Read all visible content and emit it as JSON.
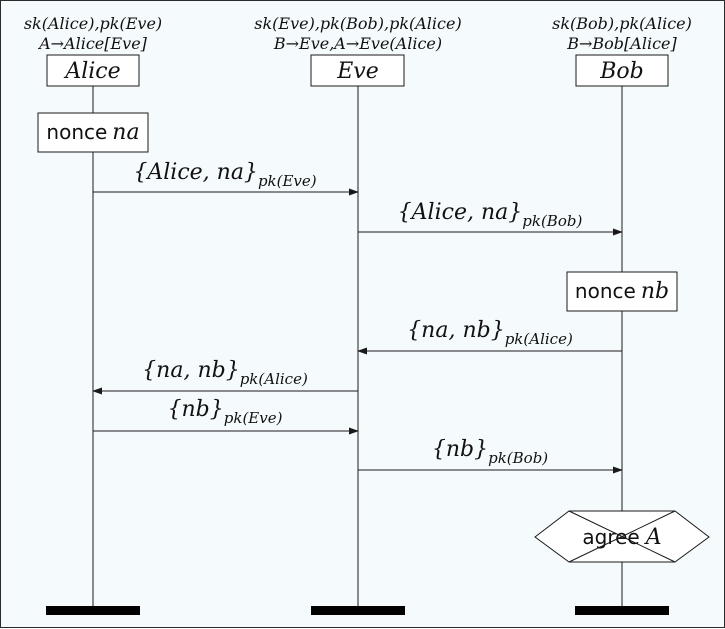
{
  "diagram": {
    "participants": [
      {
        "id": "alice",
        "name": "Alice",
        "knowledge_line1": "sk(Alice),pk(Eve)",
        "knowledge_line2": "A→Alice[Eve]"
      },
      {
        "id": "eve",
        "name": "Eve",
        "knowledge_line1": "sk(Eve),pk(Bob),pk(Alice)",
        "knowledge_line2": "B→Eve,A→Eve(Alice)"
      },
      {
        "id": "bob",
        "name": "Bob",
        "knowledge_line1": "sk(Bob),pk(Alice)",
        "knowledge_line2": "B→Bob[Alice]"
      }
    ],
    "events": {
      "alice_nonce": {
        "prefix": "nonce",
        "var": "na"
      },
      "bob_nonce": {
        "prefix": "nonce",
        "var": "nb"
      },
      "bob_claim": {
        "text": "agree",
        "var": "A"
      }
    },
    "messages": [
      {
        "from": "alice",
        "to": "eve",
        "content": "{Alice, na}",
        "key": "pk(Eve)"
      },
      {
        "from": "eve",
        "to": "bob",
        "content": "{Alice, na}",
        "key": "pk(Bob)"
      },
      {
        "from": "bob",
        "to": "eve",
        "content": "{na, nb}",
        "key": "pk(Alice)"
      },
      {
        "from": "eve",
        "to": "alice",
        "content": "{na, nb}",
        "key": "pk(Alice)"
      },
      {
        "from": "alice",
        "to": "eve",
        "content": "{nb}",
        "key": "pk(Eve)"
      },
      {
        "from": "eve",
        "to": "bob",
        "content": "{nb}",
        "key": "pk(Bob)"
      }
    ]
  }
}
